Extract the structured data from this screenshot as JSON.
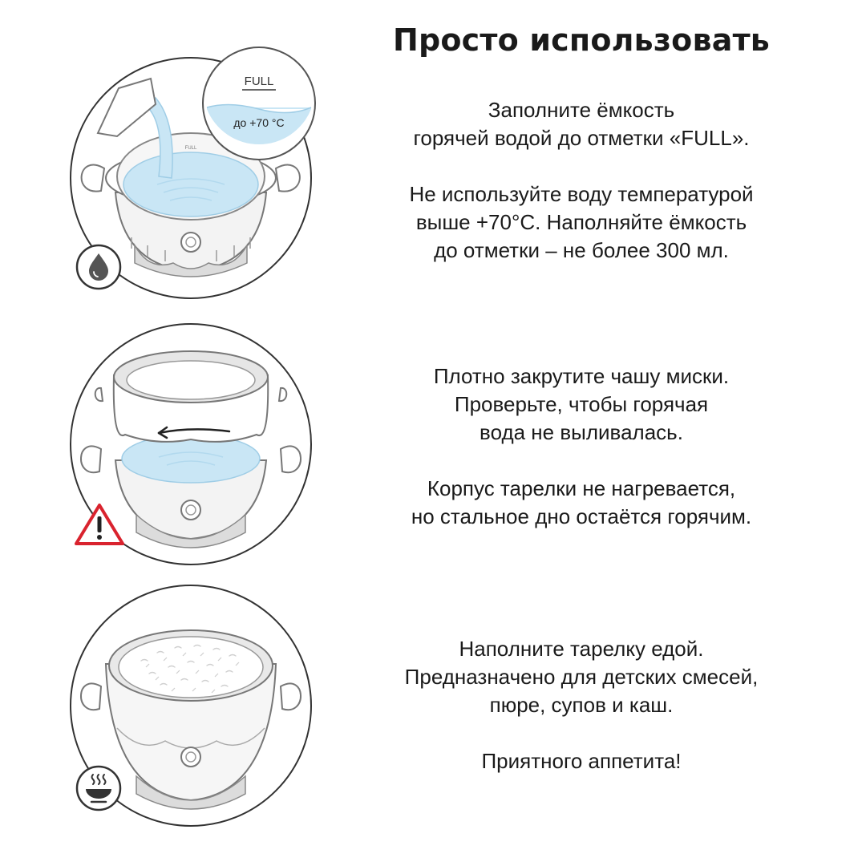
{
  "page": {
    "title": "Просто использовать"
  },
  "steps": [
    {
      "id": "fill-water",
      "illustration": {
        "name": "fill-with-hot-water",
        "badge_icon": "water-drop-icon"
      },
      "callout": {
        "label": "FULL",
        "temperature": "до +70 °C"
      },
      "bowl_marking": "FULL",
      "paragraphs": [
        [
          "Заполните ёмкость",
          "горячей водой до отметки «FULL»."
        ],
        [
          "Не используйте воду температурой",
          "выше +70°С. Наполняйте ёмкость",
          "до отметки – не более 300 мл."
        ]
      ]
    },
    {
      "id": "screw-bowl",
      "illustration": {
        "name": "screw-bowl-tightly",
        "badge_icon": "warning-icon"
      },
      "paragraphs": [
        [
          "Плотно закрутите чашу миски.",
          "Проверьте, чтобы горячая",
          "вода не выливалась."
        ],
        [
          "Корпус тарелки не нагревается,",
          "но стальное дно остаётся горячим."
        ]
      ]
    },
    {
      "id": "add-food",
      "illustration": {
        "name": "fill-with-food",
        "badge_icon": "hot-food-bowl-icon"
      },
      "paragraphs": [
        [
          "Наполните тарелку едой.",
          "Предназначено для детских смесей,",
          "пюре, супов и каш."
        ],
        [
          "Приятного аппетита!"
        ]
      ]
    }
  ],
  "colors": {
    "water": "#c9e6f5",
    "water_stroke": "#9fcde6",
    "outline": "#555555",
    "body_fill": "#f3f3f3",
    "warning": "#d9232e",
    "badge_border": "#333333"
  }
}
